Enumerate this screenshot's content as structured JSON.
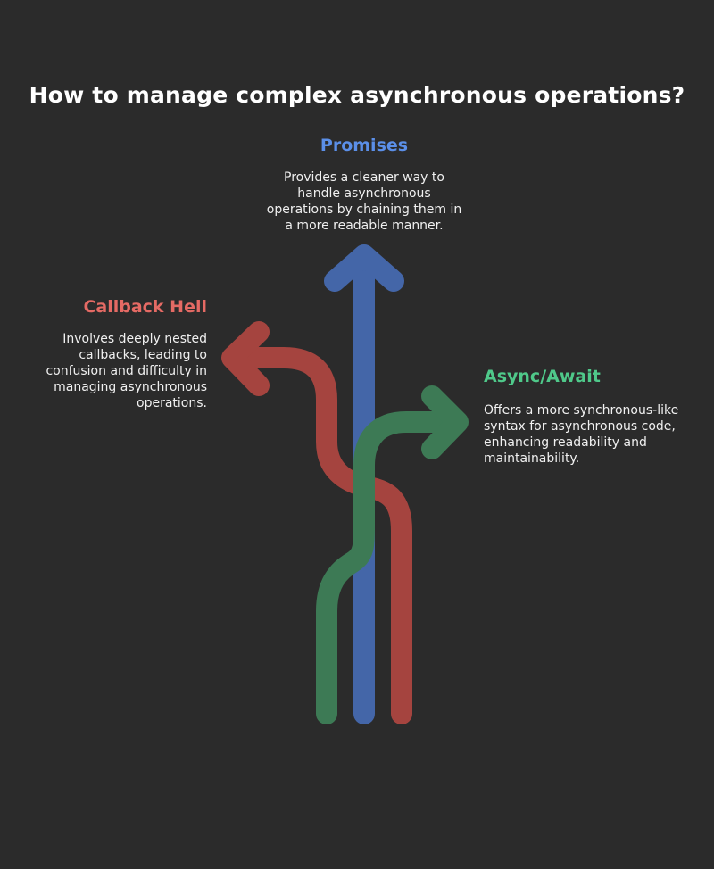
{
  "title": "How to manage complex asynchronous operations?",
  "options": {
    "promises": {
      "heading": "Promises",
      "description": "Provides a cleaner way to handle asynchronous operations by chaining them in a more readable manner.",
      "color": "#5b8fe8",
      "arrow_color": "#4466a8"
    },
    "callback_hell": {
      "heading": "Callback Hell",
      "description": "Involves deeply nested callbacks, leading to confusion and difficulty in managing asynchronous operations.",
      "color": "#e56a64",
      "arrow_color": "#a5443f"
    },
    "async_await": {
      "heading": "Async/Await",
      "description": "Offers a more synchronous-like syntax for asynchronous code, enhancing readability and maintainability.",
      "color": "#4fc98a",
      "arrow_color": "#3d7a55"
    }
  }
}
